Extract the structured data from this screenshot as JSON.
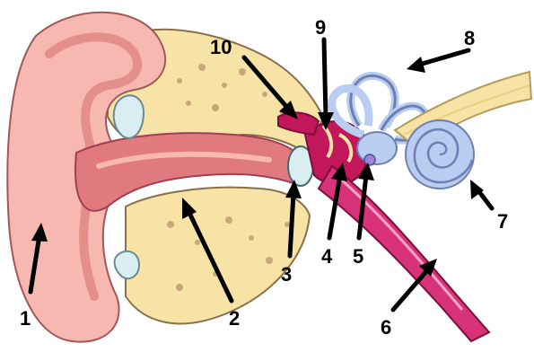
{
  "diagram": {
    "labels": [
      {
        "id": "1",
        "text": "1"
      },
      {
        "id": "2",
        "text": "2"
      },
      {
        "id": "3",
        "text": "3"
      },
      {
        "id": "4",
        "text": "4"
      },
      {
        "id": "5",
        "text": "5"
      },
      {
        "id": "6",
        "text": "6"
      },
      {
        "id": "7",
        "text": "7"
      },
      {
        "id": "8",
        "text": "8"
      },
      {
        "id": "9",
        "text": "9"
      },
      {
        "id": "10",
        "text": "10"
      }
    ]
  },
  "colors": {
    "skin": "#f6b8b0",
    "skin_dark": "#e58f8a",
    "canal": "#e07a7e",
    "bone": "#f7e3a6",
    "bone_spots": "#c9a77a",
    "inner_ear": "#b9cdf0",
    "inner_ear_outline": "#6d7fb3",
    "tube": "#d8337a",
    "ossicle": "#c2185b",
    "eardrum": "#d8eef2"
  }
}
